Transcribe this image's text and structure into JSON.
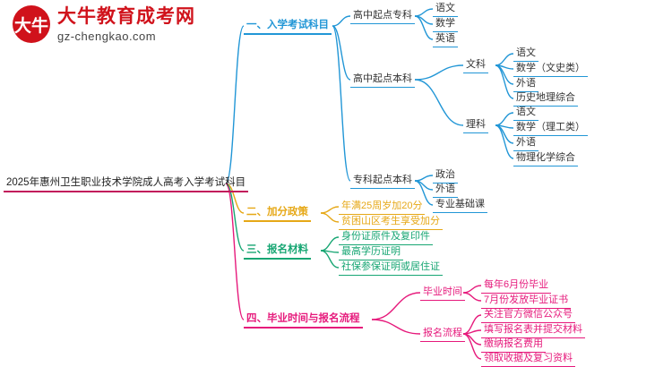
{
  "logo": {
    "mark_text": "大牛",
    "title": "大牛教育成考网",
    "subtitle": "gz-chengkao.com",
    "brand_color": "#d0121b"
  },
  "mindmap": {
    "root": {
      "label": "2025年惠州卫生职业技术学院成人高考入学考试科目",
      "color": "#c2185b"
    },
    "branches": [
      {
        "label": "一、入学考试科目",
        "color": "#2196d6",
        "children": [
          {
            "label": "高中起点专科",
            "color": "#2196d6",
            "children": [
              {
                "label": "语文",
                "color": "#2196d6"
              },
              {
                "label": "数学",
                "color": "#2196d6"
              },
              {
                "label": "英语",
                "color": "#2196d6"
              }
            ]
          },
          {
            "label": "高中起点本科",
            "color": "#2196d6",
            "children": [
              {
                "label": "文科",
                "color": "#2196d6",
                "children": [
                  {
                    "label": "语文",
                    "color": "#2196d6"
                  },
                  {
                    "label": "数学（文史类）",
                    "color": "#2196d6"
                  },
                  {
                    "label": "外语",
                    "color": "#2196d6"
                  },
                  {
                    "label": "历史地理综合",
                    "color": "#2196d6"
                  }
                ]
              },
              {
                "label": "理科",
                "color": "#2196d6",
                "children": [
                  {
                    "label": "语文",
                    "color": "#2196d6"
                  },
                  {
                    "label": "数学（理工类）",
                    "color": "#2196d6"
                  },
                  {
                    "label": "外语",
                    "color": "#2196d6"
                  },
                  {
                    "label": "物理化学综合",
                    "color": "#2196d6"
                  }
                ]
              }
            ]
          },
          {
            "label": "专科起点本科",
            "color": "#2196d6",
            "children": [
              {
                "label": "政治",
                "color": "#2196d6"
              },
              {
                "label": "外语",
                "color": "#2196d6"
              },
              {
                "label": "专业基础课",
                "color": "#2196d6"
              }
            ]
          }
        ]
      },
      {
        "label": "二、加分政策",
        "color": "#e6a817",
        "children": [
          {
            "label": "年满25周岁加20分",
            "color": "#e6a817"
          },
          {
            "label": "贫困山区考生享受加分",
            "color": "#e6a817"
          }
        ]
      },
      {
        "label": "三、报名材料",
        "color": "#17a673",
        "children": [
          {
            "label": "身份证原件及复印件",
            "color": "#17a673"
          },
          {
            "label": "最高学历证明",
            "color": "#17a673"
          },
          {
            "label": "社保参保证明或居住证",
            "color": "#17a673"
          }
        ]
      },
      {
        "label": "四、毕业时间与报名流程",
        "color": "#e6197b",
        "children": [
          {
            "label": "毕业时间",
            "color": "#e6197b",
            "children": [
              {
                "label": "每年6月份毕业",
                "color": "#e6197b"
              },
              {
                "label": "7月份发放毕业证书",
                "color": "#e6197b"
              }
            ]
          },
          {
            "label": "报名流程",
            "color": "#e6197b",
            "children": [
              {
                "label": "关注官方微信公众号",
                "color": "#e6197b"
              },
              {
                "label": "填写报名表并提交材料",
                "color": "#e6197b"
              },
              {
                "label": "缴纳报名费用",
                "color": "#e6197b"
              },
              {
                "label": "领取收据及复习资料",
                "color": "#e6197b"
              }
            ]
          }
        ]
      }
    ]
  }
}
